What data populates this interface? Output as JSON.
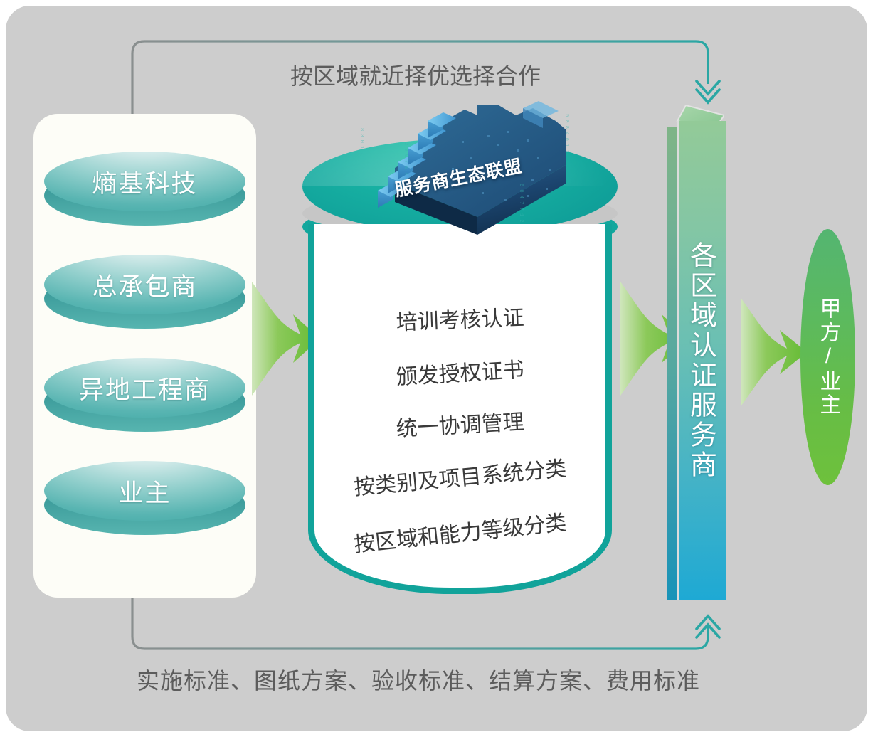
{
  "diagram": {
    "title_top": "按区域就近择优选择合作",
    "caption_bottom": "实施标准、图纸方案、验收标准、结算方案、费用标准",
    "colors": {
      "background": "#cdcdcd",
      "panel": "#fdfdf7",
      "teal": "#11a39a",
      "teal_light": "#59b5b2",
      "green_arrow": "#6cbe3a",
      "green_ellipse": "#63bd4a",
      "bar_top": "#93ca98",
      "bar_bottom": "#1ea9d4",
      "connector_line": "#2aa7a4",
      "connector_line_gray": "#8a8f8f",
      "cloud_dark": "#17375c",
      "cloud_stairs": "#4aa8dd",
      "text_gray": "#5c5c5c",
      "text_dark": "#3a3a3a"
    }
  },
  "left_panel": {
    "items": [
      {
        "label": "熵基科技"
      },
      {
        "label": "总承包商"
      },
      {
        "label": "异地工程商"
      },
      {
        "label": "业主"
      }
    ]
  },
  "cloud": {
    "label": "服务商生态联盟",
    "icon": "cloud-isometric-icon"
  },
  "cylinder": {
    "lines": [
      "培训考核认证",
      "颁发授权证书",
      "统一协调管理",
      "按类别及项目系统分类",
      "按区域和能力等级分类"
    ]
  },
  "vertical_bar": {
    "label": "各区域认证服务商"
  },
  "end_node": {
    "label": "甲方/业主"
  },
  "arrows": {
    "left_to_center": "arrow-right-icon",
    "center_to_bar": "arrow-right-icon",
    "bar_to_end": "arrow-right-icon",
    "top_connector_head": "chevron-double-down-icon",
    "bottom_connector_head": "chevron-double-up-icon"
  }
}
